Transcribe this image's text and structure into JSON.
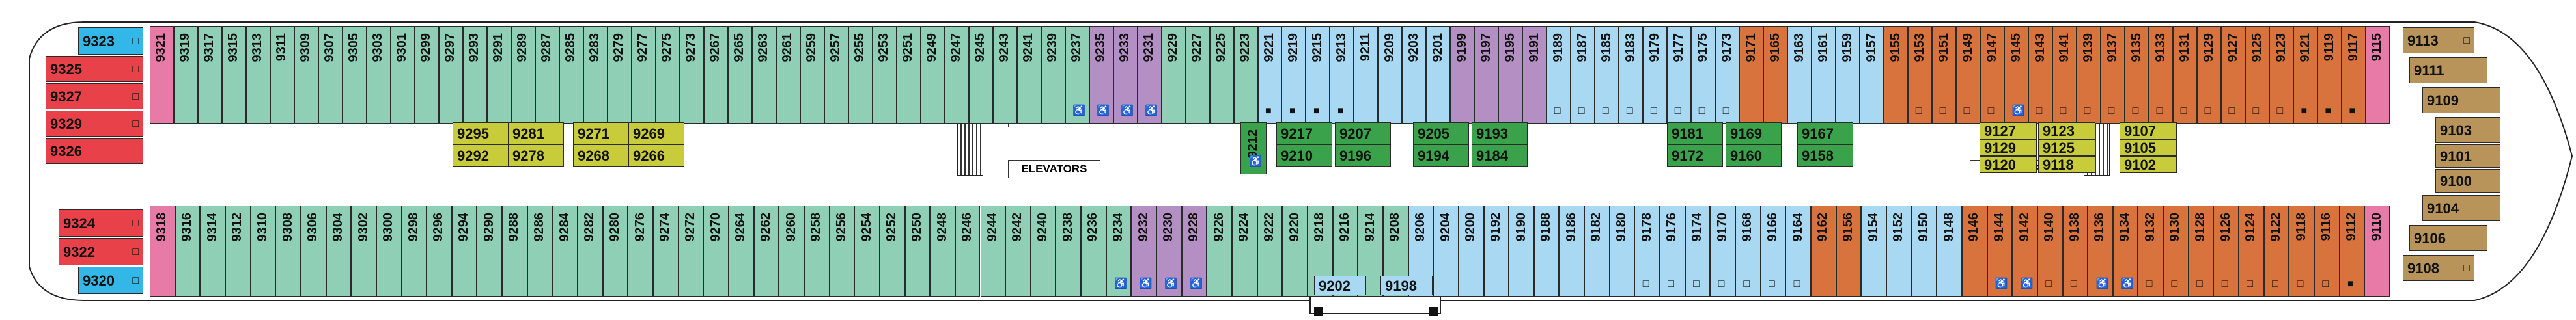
{
  "colors": {
    "light-blue": "#a9d8f2",
    "teal": "#8fcfb6",
    "purple": "#b48fc4",
    "pink": "#e87aa8",
    "orange": "#d9733e",
    "tan": "#b8935a",
    "olive": "#c9cc3a",
    "green": "#3aa24a",
    "red": "#e8414a",
    "cyan": "#33b7e8",
    "corridor": "#ffffff",
    "hull": "#ffffff"
  },
  "labels": {
    "elevators": "ELEVATORS"
  },
  "symbols": {
    "accessible": "♿",
    "square": "□",
    "filled": "■"
  },
  "top_row": [
    {
      "n": "9323",
      "c": "cyan",
      "s": "square"
    },
    {
      "n": "9321",
      "c": "pink"
    },
    {
      "n": "9319",
      "c": "teal"
    },
    {
      "n": "9317",
      "c": "teal"
    },
    {
      "n": "9315",
      "c": "teal"
    },
    {
      "n": "9313",
      "c": "teal"
    },
    {
      "n": "9311",
      "c": "teal"
    },
    {
      "n": "9309",
      "c": "teal"
    },
    {
      "n": "9307",
      "c": "teal"
    },
    {
      "n": "9305",
      "c": "teal"
    },
    {
      "n": "9303",
      "c": "teal"
    },
    {
      "n": "9301",
      "c": "teal"
    },
    {
      "n": "9299",
      "c": "teal"
    },
    {
      "n": "9297",
      "c": "teal"
    },
    {
      "n": "9293",
      "c": "teal"
    },
    {
      "n": "9291",
      "c": "teal"
    },
    {
      "n": "9289",
      "c": "teal"
    },
    {
      "n": "9287",
      "c": "teal"
    },
    {
      "n": "9285",
      "c": "teal"
    },
    {
      "n": "9283",
      "c": "teal"
    },
    {
      "n": "9279",
      "c": "teal"
    },
    {
      "n": "9277",
      "c": "teal"
    },
    {
      "n": "9275",
      "c": "teal"
    },
    {
      "n": "9273",
      "c": "teal"
    },
    {
      "n": "9267",
      "c": "teal"
    },
    {
      "n": "9265",
      "c": "teal"
    },
    {
      "n": "9263",
      "c": "teal"
    },
    {
      "n": "9261",
      "c": "teal"
    },
    {
      "n": "9259",
      "c": "teal"
    },
    {
      "n": "9257",
      "c": "teal"
    },
    {
      "n": "9255",
      "c": "teal"
    },
    {
      "n": "9253",
      "c": "teal"
    },
    {
      "n": "9251",
      "c": "teal"
    },
    {
      "n": "9249",
      "c": "teal"
    },
    {
      "n": "9247",
      "c": "teal"
    },
    {
      "n": "9245",
      "c": "teal"
    },
    {
      "n": "9243",
      "c": "teal"
    },
    {
      "n": "9241",
      "c": "teal"
    },
    {
      "n": "9239",
      "c": "teal"
    },
    {
      "n": "9237",
      "c": "teal",
      "s": "accessible"
    },
    {
      "n": "9235",
      "c": "purple",
      "s": "accessible"
    },
    {
      "n": "9233",
      "c": "purple",
      "s": "accessible"
    },
    {
      "n": "9231",
      "c": "purple",
      "s": "accessible"
    },
    {
      "n": "9229",
      "c": "teal"
    },
    {
      "n": "9227",
      "c": "teal"
    },
    {
      "n": "9225",
      "c": "teal"
    },
    {
      "n": "9223",
      "c": "teal"
    },
    {
      "n": "9221",
      "c": "light-blue",
      "s": "filled"
    },
    {
      "n": "9219",
      "c": "light-blue",
      "s": "filled"
    },
    {
      "n": "9215",
      "c": "light-blue",
      "s": "filled"
    },
    {
      "n": "9213",
      "c": "light-blue",
      "s": "filled"
    },
    {
      "n": "9211",
      "c": "light-blue"
    },
    {
      "n": "9209",
      "c": "light-blue"
    },
    {
      "n": "9203",
      "c": "light-blue"
    },
    {
      "n": "9201",
      "c": "light-blue"
    },
    {
      "n": "9199",
      "c": "purple"
    },
    {
      "n": "9197",
      "c": "purple"
    },
    {
      "n": "9195",
      "c": "purple"
    },
    {
      "n": "9191",
      "c": "purple"
    },
    {
      "n": "9189",
      "c": "light-blue",
      "s": "square"
    },
    {
      "n": "9187",
      "c": "light-blue",
      "s": "square"
    },
    {
      "n": "9185",
      "c": "light-blue",
      "s": "square"
    },
    {
      "n": "9183",
      "c": "light-blue",
      "s": "square"
    },
    {
      "n": "9179",
      "c": "light-blue",
      "s": "square"
    },
    {
      "n": "9177",
      "c": "light-blue",
      "s": "square"
    },
    {
      "n": "9175",
      "c": "light-blue",
      "s": "square"
    },
    {
      "n": "9173",
      "c": "light-blue",
      "s": "square"
    },
    {
      "n": "9171",
      "c": "orange"
    },
    {
      "n": "9165",
      "c": "orange"
    },
    {
      "n": "9163",
      "c": "light-blue"
    },
    {
      "n": "9161",
      "c": "light-blue"
    },
    {
      "n": "9159",
      "c": "light-blue"
    },
    {
      "n": "9157",
      "c": "light-blue"
    },
    {
      "n": "9155",
      "c": "orange"
    },
    {
      "n": "9153",
      "c": "orange",
      "s": "square"
    },
    {
      "n": "9151",
      "c": "orange",
      "s": "square"
    },
    {
      "n": "9149",
      "c": "orange",
      "s": "square"
    },
    {
      "n": "9147",
      "c": "orange",
      "s": "square"
    },
    {
      "n": "9145",
      "c": "orange",
      "s": "accessible"
    },
    {
      "n": "9143",
      "c": "orange",
      "s": "square"
    },
    {
      "n": "9141",
      "c": "orange",
      "s": "square"
    },
    {
      "n": "9139",
      "c": "orange",
      "s": "square"
    },
    {
      "n": "9137",
      "c": "orange",
      "s": "square"
    },
    {
      "n": "9135",
      "c": "orange",
      "s": "square"
    },
    {
      "n": "9133",
      "c": "orange",
      "s": "square"
    },
    {
      "n": "9131",
      "c": "orange",
      "s": "square"
    },
    {
      "n": "9129",
      "c": "orange",
      "s": "square"
    },
    {
      "n": "9127",
      "c": "orange",
      "s": "square"
    },
    {
      "n": "9125",
      "c": "orange",
      "s": "square"
    },
    {
      "n": "9123",
      "c": "orange",
      "s": "square"
    },
    {
      "n": "9121",
      "c": "orange",
      "s": "filled"
    },
    {
      "n": "9119",
      "c": "orange",
      "s": "filled"
    },
    {
      "n": "9117",
      "c": "orange",
      "s": "filled"
    },
    {
      "n": "9115",
      "c": "pink"
    }
  ],
  "bottom_row": [
    {
      "n": "9320",
      "c": "cyan",
      "s": "square"
    },
    {
      "n": "9318",
      "c": "pink"
    },
    {
      "n": "9316",
      "c": "teal"
    },
    {
      "n": "9314",
      "c": "teal"
    },
    {
      "n": "9312",
      "c": "teal"
    },
    {
      "n": "9310",
      "c": "teal"
    },
    {
      "n": "9308",
      "c": "teal"
    },
    {
      "n": "9306",
      "c": "teal"
    },
    {
      "n": "9304",
      "c": "teal"
    },
    {
      "n": "9302",
      "c": "teal"
    },
    {
      "n": "9300",
      "c": "teal"
    },
    {
      "n": "9298",
      "c": "teal"
    },
    {
      "n": "9296",
      "c": "teal"
    },
    {
      "n": "9294",
      "c": "teal"
    },
    {
      "n": "9290",
      "c": "teal"
    },
    {
      "n": "9288",
      "c": "teal"
    },
    {
      "n": "9286",
      "c": "teal"
    },
    {
      "n": "9284",
      "c": "teal"
    },
    {
      "n": "9282",
      "c": "teal"
    },
    {
      "n": "9280",
      "c": "teal"
    },
    {
      "n": "9276",
      "c": "teal"
    },
    {
      "n": "9274",
      "c": "teal"
    },
    {
      "n": "9272",
      "c": "teal"
    },
    {
      "n": "9270",
      "c": "teal"
    },
    {
      "n": "9264",
      "c": "teal"
    },
    {
      "n": "9262",
      "c": "teal"
    },
    {
      "n": "9260",
      "c": "teal"
    },
    {
      "n": "9258",
      "c": "teal"
    },
    {
      "n": "9256",
      "c": "teal"
    },
    {
      "n": "9254",
      "c": "teal"
    },
    {
      "n": "9252",
      "c": "teal"
    },
    {
      "n": "9250",
      "c": "teal"
    },
    {
      "n": "9248",
      "c": "teal"
    },
    {
      "n": "9246",
      "c": "teal"
    },
    {
      "n": "9244",
      "c": "teal"
    },
    {
      "n": "9242",
      "c": "teal"
    },
    {
      "n": "9240",
      "c": "teal"
    },
    {
      "n": "9238",
      "c": "teal"
    },
    {
      "n": "9236",
      "c": "teal"
    },
    {
      "n": "9234",
      "c": "teal",
      "s": "accessible"
    },
    {
      "n": "9232",
      "c": "purple",
      "s": "accessible"
    },
    {
      "n": "9230",
      "c": "purple",
      "s": "accessible"
    },
    {
      "n": "9228",
      "c": "purple",
      "s": "accessible"
    },
    {
      "n": "9226",
      "c": "teal"
    },
    {
      "n": "9224",
      "c": "teal"
    },
    {
      "n": "9222",
      "c": "teal"
    },
    {
      "n": "9220",
      "c": "teal"
    },
    {
      "n": "9218",
      "c": "teal"
    },
    {
      "n": "9216",
      "c": "teal"
    },
    {
      "n": "9214",
      "c": "teal"
    },
    {
      "n": "9208",
      "c": "teal"
    },
    {
      "n": "9206",
      "c": "light-blue"
    },
    {
      "n": "9204",
      "c": "light-blue"
    },
    {
      "n": "9200",
      "c": "light-blue"
    },
    {
      "n": "9192",
      "c": "light-blue"
    },
    {
      "n": "9190",
      "c": "light-blue"
    },
    {
      "n": "9188",
      "c": "light-blue"
    },
    {
      "n": "9186",
      "c": "light-blue"
    },
    {
      "n": "9182",
      "c": "light-blue"
    },
    {
      "n": "9180",
      "c": "light-blue"
    },
    {
      "n": "9178",
      "c": "light-blue",
      "s": "square"
    },
    {
      "n": "9176",
      "c": "light-blue",
      "s": "square"
    },
    {
      "n": "9174",
      "c": "light-blue",
      "s": "square"
    },
    {
      "n": "9170",
      "c": "light-blue",
      "s": "square"
    },
    {
      "n": "9168",
      "c": "light-blue",
      "s": "square"
    },
    {
      "n": "9166",
      "c": "light-blue",
      "s": "square"
    },
    {
      "n": "9164",
      "c": "light-blue",
      "s": "square"
    },
    {
      "n": "9162",
      "c": "orange"
    },
    {
      "n": "9156",
      "c": "orange"
    },
    {
      "n": "9154",
      "c": "light-blue"
    },
    {
      "n": "9152",
      "c": "light-blue"
    },
    {
      "n": "9150",
      "c": "light-blue"
    },
    {
      "n": "9148",
      "c": "light-blue"
    },
    {
      "n": "9146",
      "c": "orange"
    },
    {
      "n": "9144",
      "c": "orange",
      "s": "accessible"
    },
    {
      "n": "9142",
      "c": "orange",
      "s": "accessible"
    },
    {
      "n": "9140",
      "c": "orange",
      "s": "square"
    },
    {
      "n": "9138",
      "c": "orange",
      "s": "square"
    },
    {
      "n": "9136",
      "c": "orange",
      "s": "accessible"
    },
    {
      "n": "9134",
      "c": "orange",
      "s": "accessible"
    },
    {
      "n": "9132",
      "c": "orange",
      "s": "square"
    },
    {
      "n": "9130",
      "c": "orange",
      "s": "square"
    },
    {
      "n": "9128",
      "c": "orange",
      "s": "square"
    },
    {
      "n": "9126",
      "c": "orange",
      "s": "square"
    },
    {
      "n": "9124",
      "c": "orange",
      "s": "square"
    },
    {
      "n": "9122",
      "c": "orange",
      "s": "square"
    },
    {
      "n": "9118",
      "c": "orange",
      "s": "square"
    },
    {
      "n": "9116",
      "c": "orange",
      "s": "square"
    },
    {
      "n": "9112",
      "c": "orange",
      "s": "filled"
    },
    {
      "n": "9110",
      "c": "pink"
    }
  ],
  "stern_top": [
    {
      "n": "9325",
      "c": "red",
      "s": "square"
    },
    {
      "n": "9327",
      "c": "red",
      "s": "square"
    },
    {
      "n": "9329",
      "c": "red",
      "s": "square"
    },
    {
      "n": "9326",
      "c": "red"
    }
  ],
  "stern_bottom": [
    {
      "n": "9324",
      "c": "red",
      "s": "square"
    },
    {
      "n": "9322",
      "c": "red",
      "s": "square"
    }
  ],
  "center_suites": [
    {
      "top": "9295",
      "bottom": "9292",
      "c": "olive"
    },
    {
      "top": "9281",
      "bottom": "9278",
      "c": "olive"
    },
    {
      "top": "9271",
      "bottom": "9268",
      "c": "olive"
    },
    {
      "top": "9269",
      "bottom": "9266",
      "c": "olive"
    },
    {
      "top": "9217",
      "bottom": "9210",
      "c": "green"
    },
    {
      "top": "9207",
      "bottom": "9196",
      "c": "green"
    },
    {
      "top": "9205",
      "bottom": "9194",
      "c": "green"
    },
    {
      "top": "9193",
      "bottom": "9184",
      "c": "green"
    },
    {
      "top": "9181",
      "bottom": "9172",
      "c": "green"
    },
    {
      "top": "9169",
      "bottom": "9160",
      "c": "green"
    },
    {
      "top": "9167",
      "bottom": "9158",
      "c": "green"
    },
    {
      "top": "9127",
      "bottom": "9120",
      "c": "olive",
      "mid": "9129"
    },
    {
      "top": "9123",
      "bottom": "9118",
      "c": "olive",
      "mid": "9125"
    },
    {
      "top": "9107",
      "bottom": "9102",
      "c": "olive",
      "mid": "9105"
    }
  ],
  "single_center": {
    "n": "9212",
    "c": "green",
    "s": "accessible"
  },
  "bow_cabins": [
    {
      "n": "9113",
      "c": "tan",
      "s": "square"
    },
    {
      "n": "9111",
      "c": "tan"
    },
    {
      "n": "9109",
      "c": "tan"
    },
    {
      "n": "9103",
      "c": "tan"
    },
    {
      "n": "9101",
      "c": "tan"
    },
    {
      "n": "9100",
      "c": "tan"
    },
    {
      "n": "9104",
      "c": "tan"
    },
    {
      "n": "9106",
      "c": "tan"
    },
    {
      "n": "9108",
      "c": "tan",
      "s": "square"
    }
  ],
  "lower_extension": [
    {
      "n": "9202"
    },
    {
      "n": "9198"
    }
  ]
}
